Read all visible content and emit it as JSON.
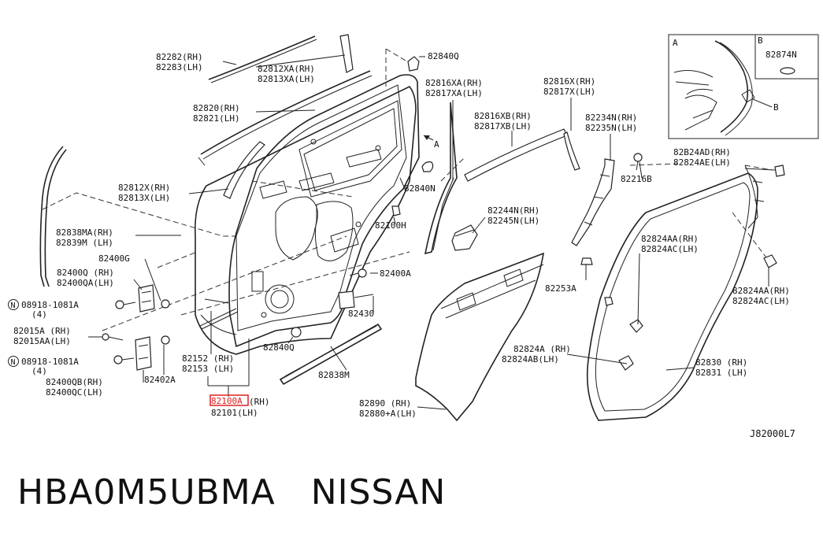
{
  "labels": [
    {
      "id": "82282",
      "text": "82282(RH)"
    },
    {
      "id": "82283",
      "text": "82283(LH)"
    },
    {
      "id": "82812xa",
      "text": "82812XA(RH)"
    },
    {
      "id": "82813xa",
      "text": "82813XA(LH)"
    },
    {
      "id": "82840q_top",
      "text": "82840Q"
    },
    {
      "id": "82820",
      "text": "82820(RH)"
    },
    {
      "id": "82821",
      "text": "82821(LH)"
    },
    {
      "id": "82816xa",
      "text": "82816XA(RH)"
    },
    {
      "id": "82817xa",
      "text": "82817XA(LH)"
    },
    {
      "id": "82816x",
      "text": "82816X(RH)"
    },
    {
      "id": "82817x",
      "text": "82817X(LH)"
    },
    {
      "id": "82816xb",
      "text": "82816XB(RH)"
    },
    {
      "id": "82817xb",
      "text": "82817XB(LH)"
    },
    {
      "id": "82234n",
      "text": "82234N(RH)"
    },
    {
      "id": "82235n",
      "text": "82235N(LH)"
    },
    {
      "id": "82b24ad",
      "text": "82B24AD(RH)"
    },
    {
      "id": "82824ae",
      "text": "82824AE(LH)"
    },
    {
      "id": "82216b",
      "text": "82216B"
    },
    {
      "id": "arrow_a",
      "text": "A"
    },
    {
      "id": "82812x",
      "text": "82812X(RH)"
    },
    {
      "id": "82813x",
      "text": "82813X(LH)"
    },
    {
      "id": "82840n",
      "text": "82840N"
    },
    {
      "id": "82100h",
      "text": "82100H"
    },
    {
      "id": "82244n",
      "text": "82244N(RH)"
    },
    {
      "id": "82245n",
      "text": "82245N(LH)"
    },
    {
      "id": "82838ma",
      "text": "82838MA(RH)"
    },
    {
      "id": "82839m",
      "text": "82839M (LH)"
    },
    {
      "id": "82824aa_mid",
      "text": "82824AA(RH)"
    },
    {
      "id": "82824ac_mid",
      "text": "82824AC(LH)"
    },
    {
      "id": "82400g",
      "text": "82400G"
    },
    {
      "id": "82400q",
      "text": "82400Q (RH)"
    },
    {
      "id": "82400qa",
      "text": "82400QA(LH)"
    },
    {
      "id": "82400a",
      "text": "82400A"
    },
    {
      "id": "82253a",
      "text": "82253A"
    },
    {
      "id": "82824aa_r",
      "text": "82824AA(RH)"
    },
    {
      "id": "82824ac_r",
      "text": "82824AC(LH)"
    },
    {
      "id": "bolt1",
      "text": "08918-1081A"
    },
    {
      "id": "bolt1_qty",
      "text": "(4)"
    },
    {
      "id": "82430",
      "text": "82430"
    },
    {
      "id": "82015a",
      "text": "82015A (RH)"
    },
    {
      "id": "82015aa",
      "text": "82015AA(LH)"
    },
    {
      "id": "82840q_bot",
      "text": "82840Q"
    },
    {
      "id": "82824a",
      "text": "82824A (RH)"
    },
    {
      "id": "82824ab",
      "text": "82824AB(LH)"
    },
    {
      "id": "bolt2",
      "text": "08918-1081A"
    },
    {
      "id": "bolt2_qty",
      "text": "(4)"
    },
    {
      "id": "82152",
      "text": "82152 (RH)"
    },
    {
      "id": "82153",
      "text": "82153 (LH)"
    },
    {
      "id": "82830",
      "text": "82830 (RH)"
    },
    {
      "id": "82831",
      "text": "82831 (LH)"
    },
    {
      "id": "82402a",
      "text": "82402A"
    },
    {
      "id": "82838m",
      "text": "82838M"
    },
    {
      "id": "82400qb",
      "text": "82400QB(RH)"
    },
    {
      "id": "82400qc",
      "text": "82400QC(LH)"
    },
    {
      "id": "82100_hl",
      "text": "82100A"
    },
    {
      "id": "82100_rh",
      "text": "(RH)"
    },
    {
      "id": "82101",
      "text": "82101(LH)"
    },
    {
      "id": "82890",
      "text": "82890 (RH)"
    },
    {
      "id": "82880",
      "text": "82880+A(LH)"
    },
    {
      "id": "diagram_code",
      "text": "J82000L7"
    }
  ],
  "inset": {
    "label_a": "A",
    "label_b_box": "B",
    "part_b": "82874N",
    "pointer_b": "B"
  },
  "circle_n": "N",
  "caption": "HBA0M5UBMA   NISSAN",
  "colors": {
    "highlight": "#e02020",
    "line": "#222222"
  }
}
